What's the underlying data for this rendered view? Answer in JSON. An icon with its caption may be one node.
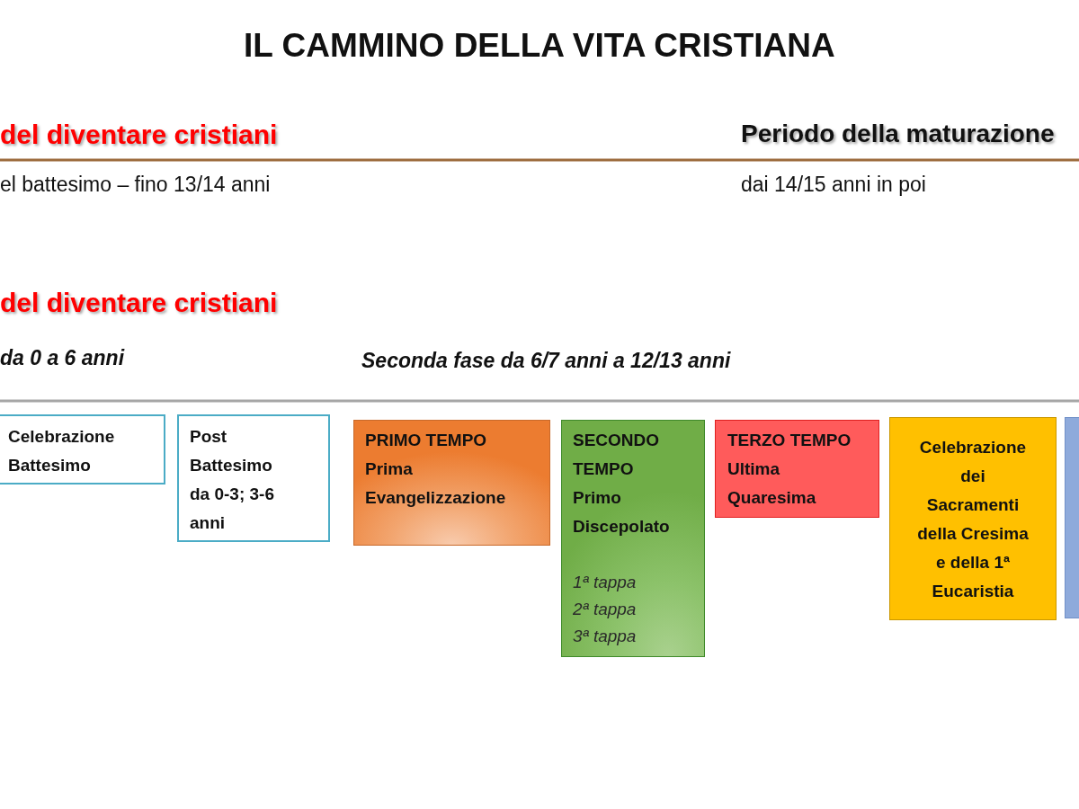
{
  "diagram": {
    "title": "IL CAMMINO DELLA VITA CRISTIANA",
    "nodes": [
      {
        "text": [
          "Celebrazione Battesimo"
        ]
      },
      {
        "text": [
          "Post Battesimo",
          "da 0-3; 3-6 anni"
        ]
      },
      {
        "text": [
          "PRIMO TEMPO",
          "Prima Evangelizzazione"
        ]
      },
      {
        "text": [
          "SECONDO TEMPO",
          "Primo Discepolato",
          "1ª tappa",
          "2ª tappa",
          "3ª tappa"
        ]
      },
      {
        "text": [
          "TERZO TEMPO",
          "Ultima Quaresima"
        ]
      },
      {
        "text": [
          "Celebrazione dei Sacramenti della Cresima e della 1ª Eucaristia"
        ]
      },
      {
        "text": [],
        "shape": "box"
      }
    ],
    "labels": [
      "del diventare cristiani",
      "Periodo della maturazione",
      "el battesimo – fino 13/14 anni",
      "dai 14/15 anni in poi",
      "del diventare cristiani",
      "da 0 a 6 anni",
      "Seconda fase da 6/7 anni a 12/13 anni"
    ]
  }
}
